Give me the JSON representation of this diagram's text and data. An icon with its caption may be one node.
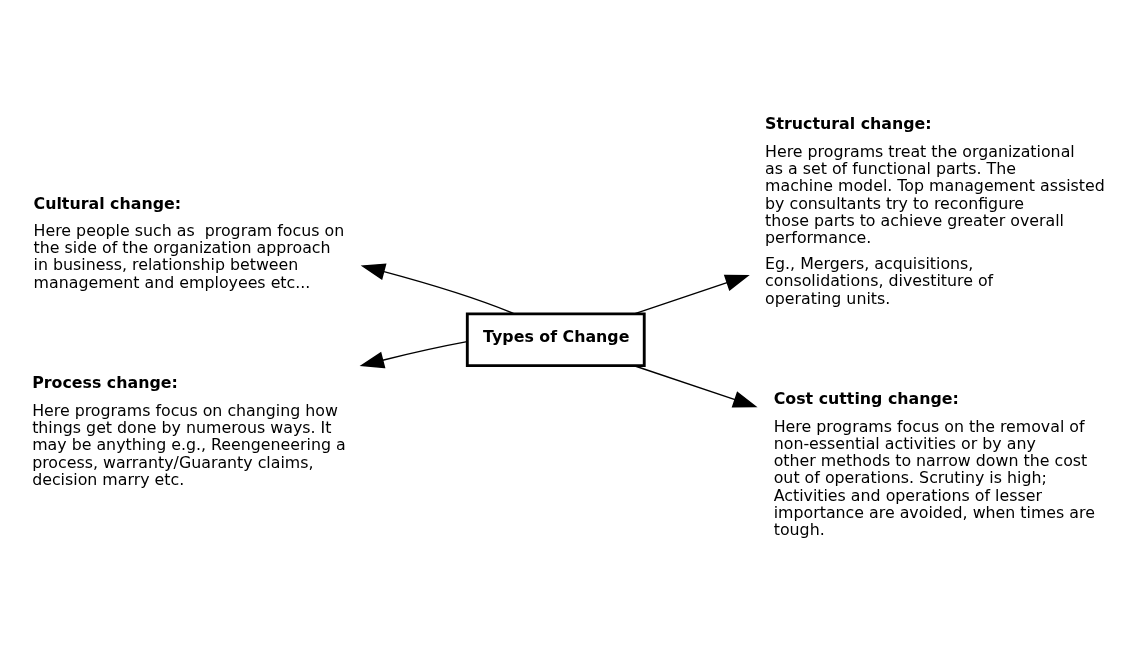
{
  "diagram": {
    "nodes": [
      {
        "text": [
          "Types of Change"
        ]
      },
      {
        "text": [
          "Cultural change:",
          "Here people such as  program focus on the side of the organization approach in business, relationship between management and employees etc..."
        ]
      },
      {
        "text": [
          "Structural change:",
          "Here programs treat the organizational as a set of functional parts. The machine model. Top management assisted by consultants try to reconfigure those parts to achieve greater overall performance.",
          "Eg., Mergers, acquisitions, consolidations, divestiture of operating units."
        ]
      },
      {
        "text": [
          "Process change:",
          "Here programs focus on changing how things get done by numerous ways. It may be anything e.g., Reengeneering a process, warranty/Guaranty claims, decision marry etc."
        ]
      },
      {
        "text": [
          "Cost cutting change:",
          "Here programs focus on the removal of non-essential activities or by any other methods to narrow down the cost out of operations. Scrutiny is high; Activities and operations of lesser importance are avoided, when times are tough."
        ]
      }
    ],
    "edges": [
      {
        "from": 0,
        "to": 1,
        "arrow": "to"
      },
      {
        "from": 0,
        "to": 2,
        "arrow": "to"
      },
      {
        "from": 0,
        "to": 3,
        "arrow": "to"
      },
      {
        "from": 0,
        "to": 4,
        "arrow": "to"
      }
    ]
  }
}
